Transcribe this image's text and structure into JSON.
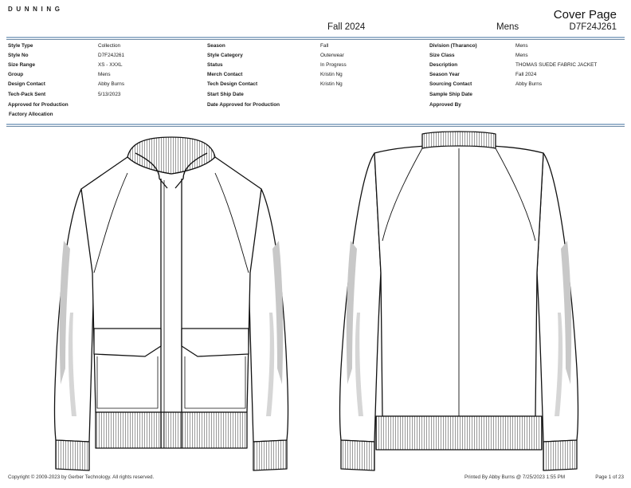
{
  "header": {
    "brand": "DUNNING",
    "page_title": "Cover Page",
    "season": "Fall 2024",
    "division": "Mens",
    "style_no": "D7F24J261"
  },
  "info": {
    "col1": [
      {
        "label": "Style Type",
        "value": "Collection"
      },
      {
        "label": "Style No",
        "value": "D7F24J261"
      },
      {
        "label": "Size Range",
        "value": "XS - XXXL"
      },
      {
        "label": "Group",
        "value": "Mens"
      },
      {
        "label": "Design Contact",
        "value": "Abby Burns"
      },
      {
        "label": "Tech-Pack Sent",
        "value": "5/13/2023"
      },
      {
        "label": "Approved for Production",
        "value": ""
      },
      {
        "label": "Factory Allocation",
        "value": ""
      }
    ],
    "col2": [
      {
        "label": "Season",
        "value": "Fall"
      },
      {
        "label": "Style Category",
        "value": "Outerwear"
      },
      {
        "label": "Status",
        "value": "In Progress"
      },
      {
        "label": "Merch Contact",
        "value": "Kristin Ng"
      },
      {
        "label": "Tech Design Contact",
        "value": "Kristin Ng"
      },
      {
        "label": "Start Ship Date",
        "value": ""
      },
      {
        "label": "Date Approved for Production",
        "value": ""
      }
    ],
    "col3": [
      {
        "label": "Division (Tharanco)",
        "value": "Mens"
      },
      {
        "label": "Size Class",
        "value": "Mens"
      },
      {
        "label": "Description",
        "value": "THOMAS SUEDE FABRIC JACKET"
      },
      {
        "label": "Season Year",
        "value": "Fall 2024"
      },
      {
        "label": "Sourcing Contact",
        "value": "Abby Burns"
      },
      {
        "label": "Sample Ship Date",
        "value": ""
      },
      {
        "label": "Approved By",
        "value": ""
      }
    ]
  },
  "footer": {
    "copyright": "Copyright © 2009-2023 by Gerber Technology. All rights reserved.",
    "printed_by": "Printed By Abby Burns @ 7/25/2023 1:55 PM",
    "page": "Page 1 of 23"
  }
}
